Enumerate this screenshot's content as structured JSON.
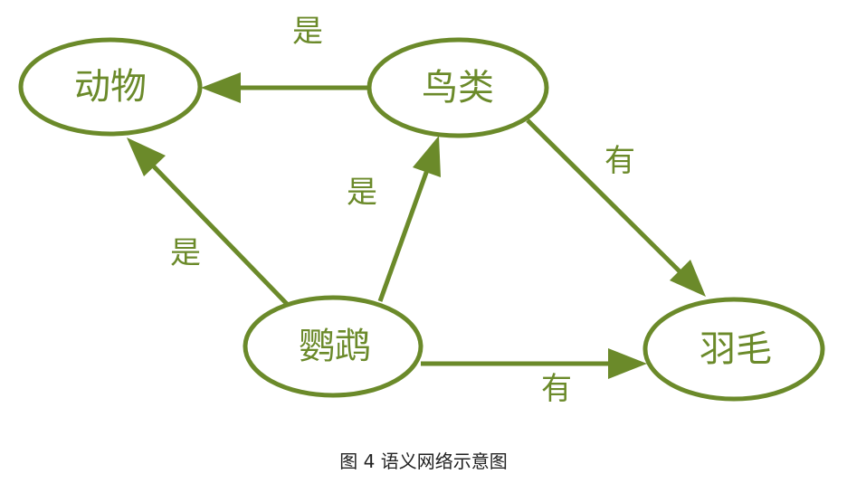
{
  "color": "#6b8a2a",
  "nodes": {
    "animal": "动物",
    "bird": "鸟类",
    "parrot": "鹦鹉",
    "feather": "羽毛"
  },
  "edges": {
    "bird_animal": "是",
    "parrot_bird": "是",
    "parrot_animal": "是",
    "bird_feather": "有",
    "parrot_feather": "有"
  },
  "caption": "图 4 语义网络示意图"
}
